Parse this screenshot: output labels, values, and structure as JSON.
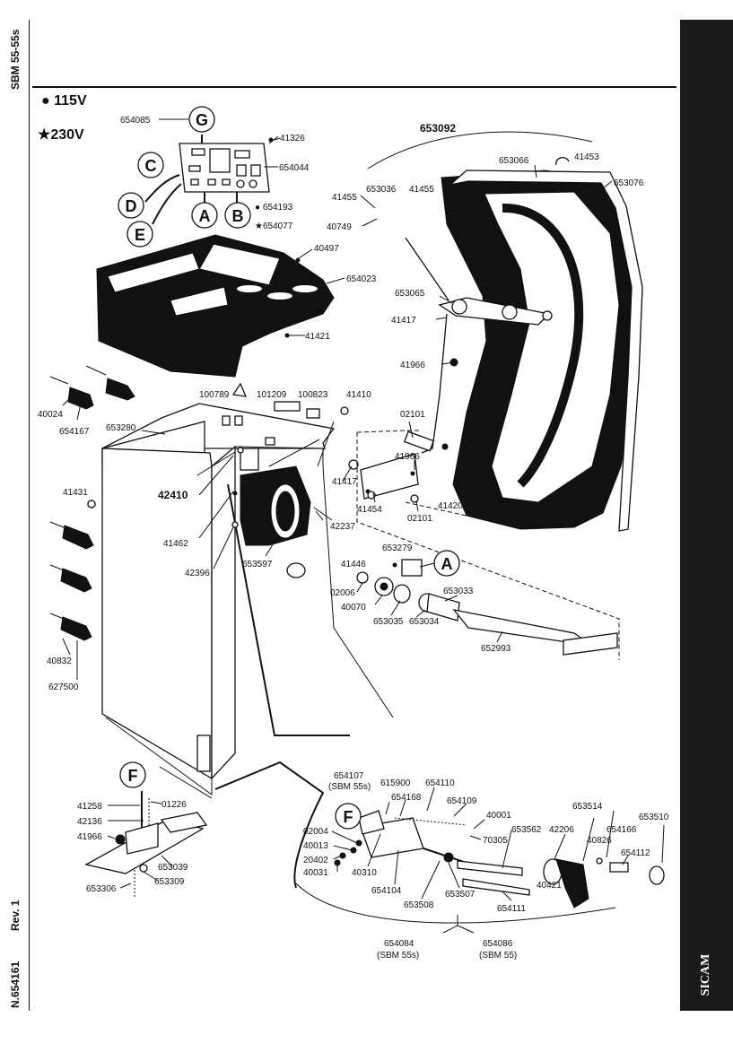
{
  "header": {
    "model": "SBM 55-55s",
    "revision": "Rev. 1",
    "doc_number": "N.654161",
    "logo_text": "SICAM"
  },
  "legend": {
    "v115": "115V",
    "v230": "230V"
  },
  "callouts": {
    "A": "A",
    "B": "B",
    "C": "C",
    "D": "D",
    "E": "E",
    "F": "F",
    "G": "G"
  },
  "parts": {
    "p654085": "654085",
    "p41326": "41326",
    "p654044": "654044",
    "p654193": "654193",
    "p654077": "654077",
    "p40497": "40497",
    "p654023": "654023",
    "p41421": "41421",
    "p653092": "653092",
    "p653066": "653066",
    "p41453": "41453",
    "p653076": "653076",
    "p41455a": "41455",
    "p653036": "653036",
    "p41455b": "41455",
    "p40749": "40749",
    "p653065": "653065",
    "p41417a": "41417",
    "p41966a": "41966",
    "p40024": "40024",
    "p654167": "654167",
    "p100789": "100789",
    "p101209": "101209",
    "p100823": "100823",
    "p41410": "41410",
    "p653280": "653280",
    "p02101a": "02101",
    "p41966b": "41966",
    "p41417b": "41417",
    "p42410": "42410",
    "p41431": "41431",
    "p41454": "41454",
    "p02101b": "02101",
    "p41420": "41420",
    "p42237": "42237",
    "p41462": "41462",
    "p653597": "653597",
    "p42396": "42396",
    "p653279": "653279",
    "p41446": "41446",
    "p02006": "02006",
    "p40070": "40070",
    "p653035": "653035",
    "p653034": "653034",
    "p653033": "653033",
    "p652993": "652993",
    "p40832": "40832",
    "p627500": "627500",
    "p654107": "654107",
    "p654107s": "(SBM 55s)",
    "p615900": "615900",
    "p654168": "654168",
    "p654110": "654110",
    "p654109": "654109",
    "p40001": "40001",
    "p70305": "70305",
    "p653562": "653562",
    "p653514": "653514",
    "p654166": "654166",
    "p653510": "653510",
    "p40826": "40826",
    "p654112": "654112",
    "p42206": "42206",
    "p40421": "40421",
    "p02004": "02004",
    "p40013": "40013",
    "p20402": "20402",
    "p40031": "40031",
    "p40310": "40310",
    "p654104": "654104",
    "p653508": "653508",
    "p653507": "653507",
    "p654111": "654111",
    "p41258": "41258",
    "p01226": "01226",
    "p42136": "42136",
    "p41966c": "41966",
    "p653039": "653039",
    "p653306": "653306",
    "p653309": "653309",
    "p654084": "654084",
    "p654084s": "(SBM 55s)",
    "p654086": "654086",
    "p654086s": "(SBM 55)"
  }
}
